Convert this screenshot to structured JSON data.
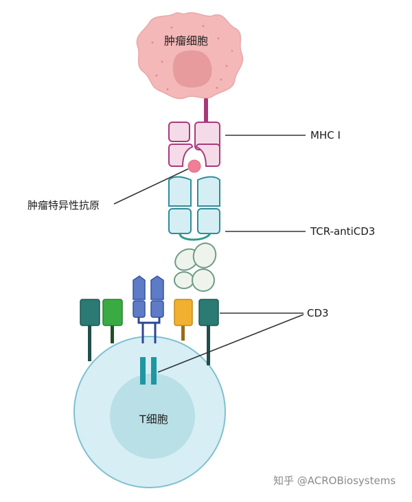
{
  "labels": {
    "tumor_cell": "肿瘤细胞",
    "mhc": "MHC I",
    "antigen": "肿瘤特异性抗原",
    "tcr": "TCR-antiCD3",
    "cd3": "CD3",
    "t_cell": "T细胞"
  },
  "watermark": "知乎 @ACROBiosystems",
  "colors": {
    "tumor_cell": "#f4b8b8",
    "tumor_nucleus": "#e79b9d",
    "mhc_fill": "#f5dbe8",
    "mhc_stroke": "#a8397a",
    "antigen": "#ee7f95",
    "tcr_fill": "#d5eef3",
    "tcr_stroke": "#2d8c99",
    "scfv_fill": "#eef4ec",
    "scfv_stroke": "#6e9a86",
    "cd3_teal": "#2b7a73",
    "cd3_green": "#3aab43",
    "cd3_orange": "#f1b030",
    "tcr_blue": "#5e7bc8",
    "t_cell_outer": "#d6eef4",
    "t_cell_inner": "#b8e0e6"
  }
}
